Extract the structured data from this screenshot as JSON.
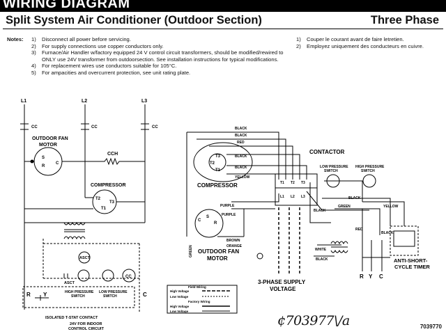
{
  "header": {
    "banner": "WIRING DIAGRAM",
    "title": "Split System Air Conditioner (Outdoor Section)",
    "phase": "Three Phase"
  },
  "notes": {
    "label": "Notes:",
    "english": [
      {
        "num": "1)",
        "text": "Disconnect all power before servicing."
      },
      {
        "num": "2)",
        "text": "For supply connections use copper conductors only."
      },
      {
        "num": "3)",
        "text": "Furnace/Air Handler w/factory equipped 24 V control circuit transformers, should be modified/rewired to ONLY use 24V transformer from outdoorsection. See installation instructions for typical modifications."
      },
      {
        "num": "4)",
        "text": "For replacement wires use conductors suitable for 105°C."
      },
      {
        "num": "5)",
        "text": "For ampacities and overcurrent protection, see unit rating plate."
      }
    ],
    "french": [
      {
        "num": "1)",
        "text": "Couper le courant avant de faire letretien."
      },
      {
        "num": "2)",
        "text": "Employez uniquement des conducteurs en cuivre."
      }
    ]
  },
  "ladder": {
    "lines": [
      "L1",
      "L2",
      "L3"
    ],
    "cc": "CC",
    "fan_motor": "OUTDOOR FAN\nMOTOR",
    "fan_motor_l1": "OUTDOOR FAN",
    "fan_motor_l2": "MOTOR",
    "cch": "CCH",
    "compressor": "COMPRESSOR",
    "terminals": {
      "s": "S",
      "r": "R",
      "c": "C",
      "t1": "T1",
      "t2": "T2",
      "t3": "T3"
    },
    "asct": "ASCT",
    "asct_small": "ASCT",
    "cc_coil": "CC",
    "hps": "HIGH PRESSURE\nSWITCH",
    "hps_l1": "HIGH PRESSURE",
    "hps_l2": "SWITCH",
    "lps_l1": "LOW PRESSURE",
    "lps_l2": "SWITCH",
    "r": "R",
    "y": "Y",
    "c": "C",
    "tstat": "ISOLATED T-STAT CONTACT",
    "indoor_l1": "24V FOR INDOOR",
    "indoor_l2": "CONTROL CIRCUIT"
  },
  "pictorial": {
    "wire_colors": [
      "BLACK",
      "BLACK",
      "RED",
      "BLACK",
      "BLACK",
      "YELLOW",
      "BLACK",
      "GREEN",
      "BLACK",
      "YELLOW",
      "RED",
      "BLACK",
      "WHITE",
      "BLACK",
      "PURPLE",
      "PURPLE",
      "BROWN",
      "ORANGE",
      "GREEN"
    ],
    "compressor": "COMPRESSOR",
    "contactor": "CONTACTOR",
    "lps_l1": "LOW PRESSURE",
    "lps_l2": "SWITCH",
    "hps_l1": "HIGH PRESSURE",
    "hps_l2": "SWITCH",
    "fan_l1": "OUTDOOR FAN",
    "fan_l2": "MOTOR",
    "supply_l1": "3-PHASE SUPPLY",
    "supply_l2": "VOLTAGE",
    "asct_l1": "ANTI-SHORT-",
    "asct_l2": "CYCLE TIMER",
    "ryc": [
      "R",
      "Y",
      "C"
    ],
    "contactor_terms": [
      "T1",
      "T2",
      "T3",
      "L1",
      "L2",
      "L3"
    ],
    "comp_terms": [
      "T3",
      "T2",
      "T1"
    ],
    "fan_terms": [
      "C",
      "S",
      "R"
    ]
  },
  "legend": {
    "field": "Field Wiring",
    "field_hv": "High Voltage",
    "field_lv": "Low Voltage",
    "factory": "Factory Wiring",
    "factory_hv": "High Voltage",
    "factory_lv": "Low Voltage"
  },
  "footer": {
    "handwritten": "¢703977\\/a",
    "doc_number": "7039770"
  }
}
